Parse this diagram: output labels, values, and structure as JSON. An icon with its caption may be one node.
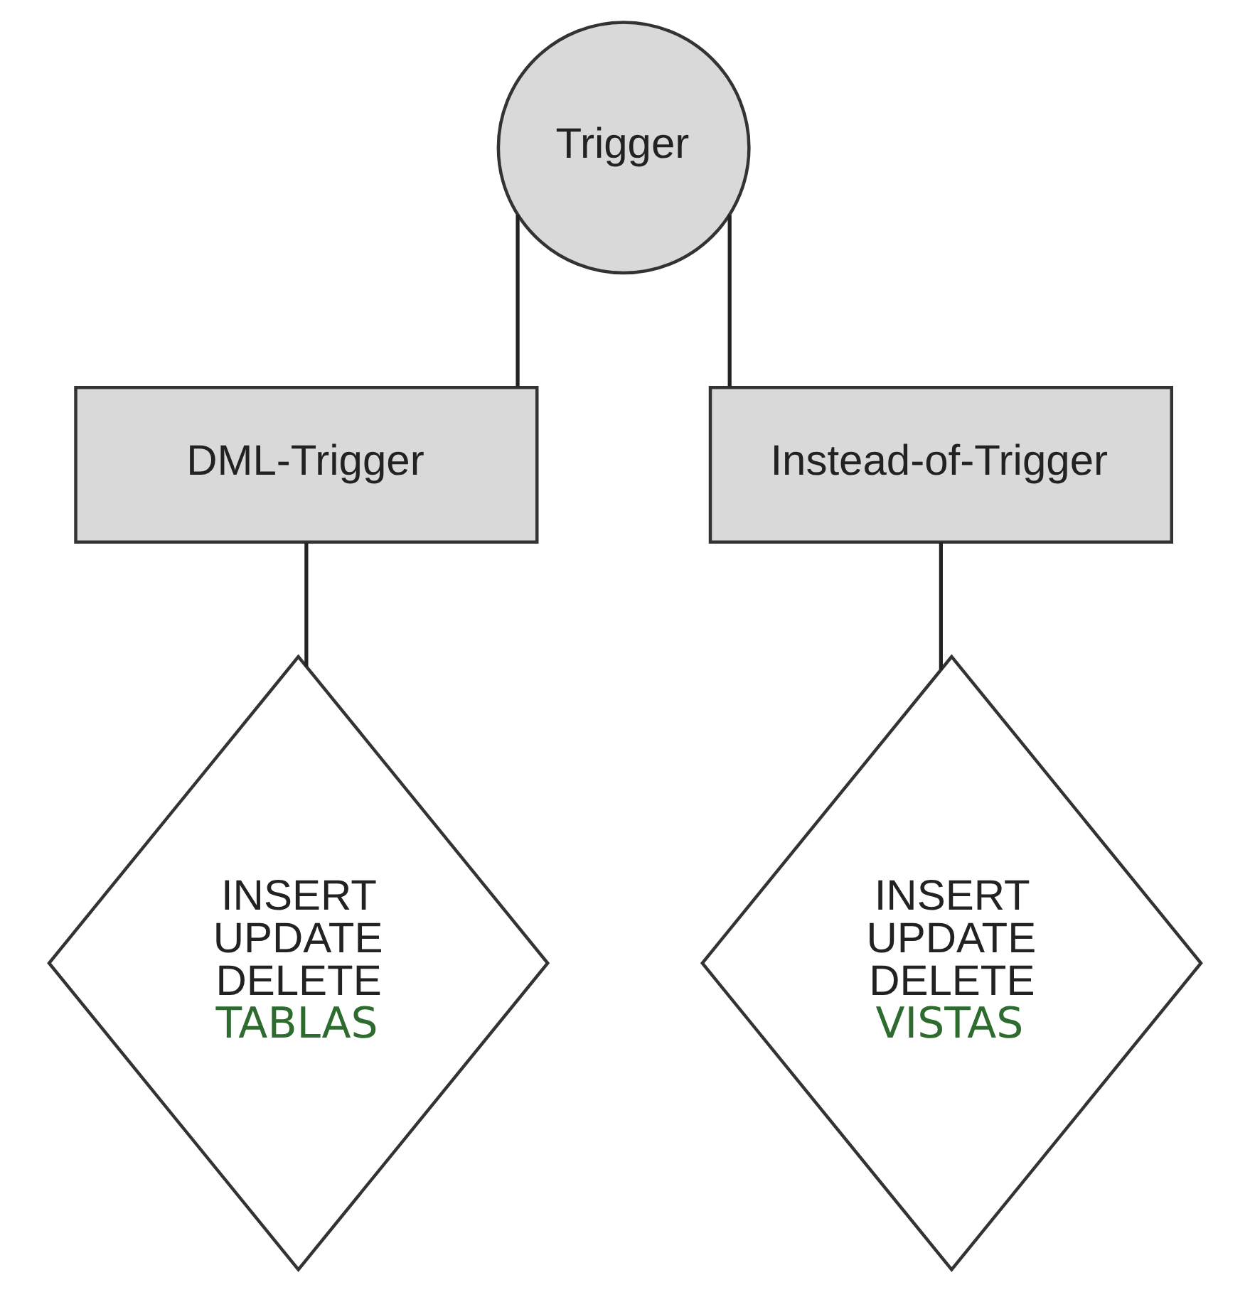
{
  "diagram": {
    "nodes": [
      {
        "text": [
          "Trigger"
        ]
      },
      {
        "text": [
          "DML-Trigger"
        ]
      },
      {
        "text": [
          "Instead-of-Trigger"
        ]
      },
      {
        "text": [
          "INSERT",
          "UPDATE",
          "DELETE",
          "TABLAS"
        ]
      },
      {
        "text": [
          "INSERT",
          "UPDATE",
          "DELETE",
          "VISTAS"
        ]
      }
    ],
    "edges": [
      {
        "from": 0,
        "to": 1,
        "arrow": "none"
      },
      {
        "from": 0,
        "to": 2,
        "arrow": "none"
      },
      {
        "from": 1,
        "to": 3,
        "arrow": "none"
      },
      {
        "from": 2,
        "to": 4,
        "arrow": "none"
      }
    ]
  }
}
